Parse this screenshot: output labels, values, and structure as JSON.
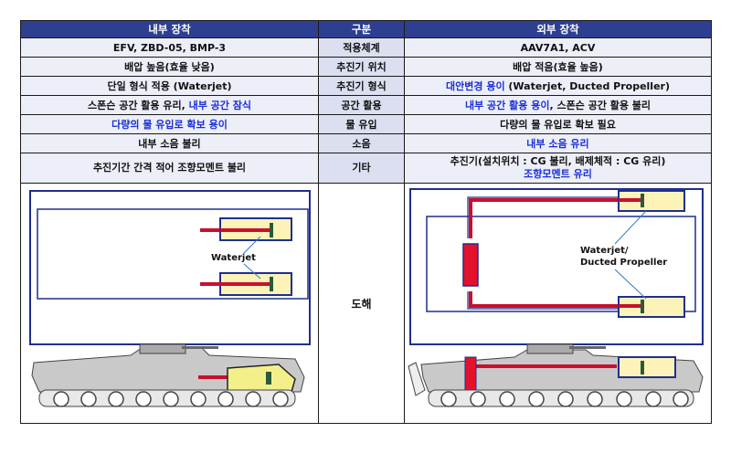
{
  "header": {
    "left": "내부 장착",
    "center": "구분",
    "right": "외부 장착"
  },
  "rows": [
    {
      "left": "EFV, ZBD-05, BMP-3",
      "center": "적용체계",
      "right": "AAV7A1, ACV"
    },
    {
      "left": "배압 높음(효율 낮음)",
      "center": "추진기 위치",
      "right": "배압 적음(효율 높음)"
    },
    {
      "left": "단일 형식 적용 (Waterjet)",
      "center": "추진기 형식",
      "right_blue": "대안변경 용이",
      "right_rest": " (Waterjet, Ducted Propeller)"
    },
    {
      "left_a": "스폰슨 공간 활용 유리, ",
      "left_blue": "내부 공간 잠식",
      "center": "공간 활용",
      "right_blue": "내부 공간 활용 용이",
      "right_rest": ", 스폰슨 공간 활용 불리"
    },
    {
      "left_blue": "다량의 물 유입로 확보 용이",
      "center": "물 유입",
      "right": "다량의 물 유입로 확보 필요"
    },
    {
      "left": "내부 소음 불리",
      "center": "소음",
      "right_blue": "내부 소음 유리"
    },
    {
      "left": "추진기간 간격 적어 조향모멘트 불리",
      "center": "기타",
      "right_line1": "추진기(설치위치 : CG 불리, 배제체적 : CG 유리)",
      "right_line2_blue": "조향모멘트 유리"
    }
  ],
  "figure_row": {
    "center": "도해"
  },
  "figures": {
    "left_label": "Waterjet",
    "right_label_1": "Waterjet/",
    "right_label_2": "Ducted Propeller",
    "colors": {
      "hull": "#1f2f8f",
      "pipe": "#c8102e",
      "housing": "#fdf3b8",
      "arrow": "#2a7bd8"
    }
  }
}
